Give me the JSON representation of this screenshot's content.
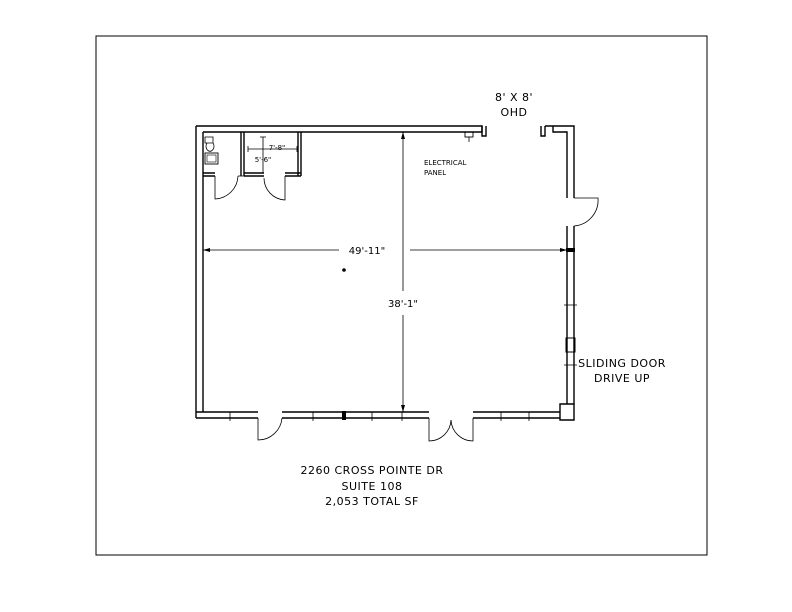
{
  "ohd_label": [
    "8' X 8'",
    "OHD"
  ],
  "electrical_label": [
    "ELECTRICAL",
    "PANEL"
  ],
  "sliding_door_label": [
    "SLIDING DOOR",
    "DRIVE UP"
  ],
  "dims": {
    "width": "49'-11\"",
    "depth": "38'-1\"",
    "closet_width": "7'-8\"",
    "closet_depth": "5'-6\""
  },
  "address": {
    "line1": "2260 CROSS POINTE DR",
    "line2": "SUITE 108",
    "line3": "2,053 TOTAL SF"
  }
}
